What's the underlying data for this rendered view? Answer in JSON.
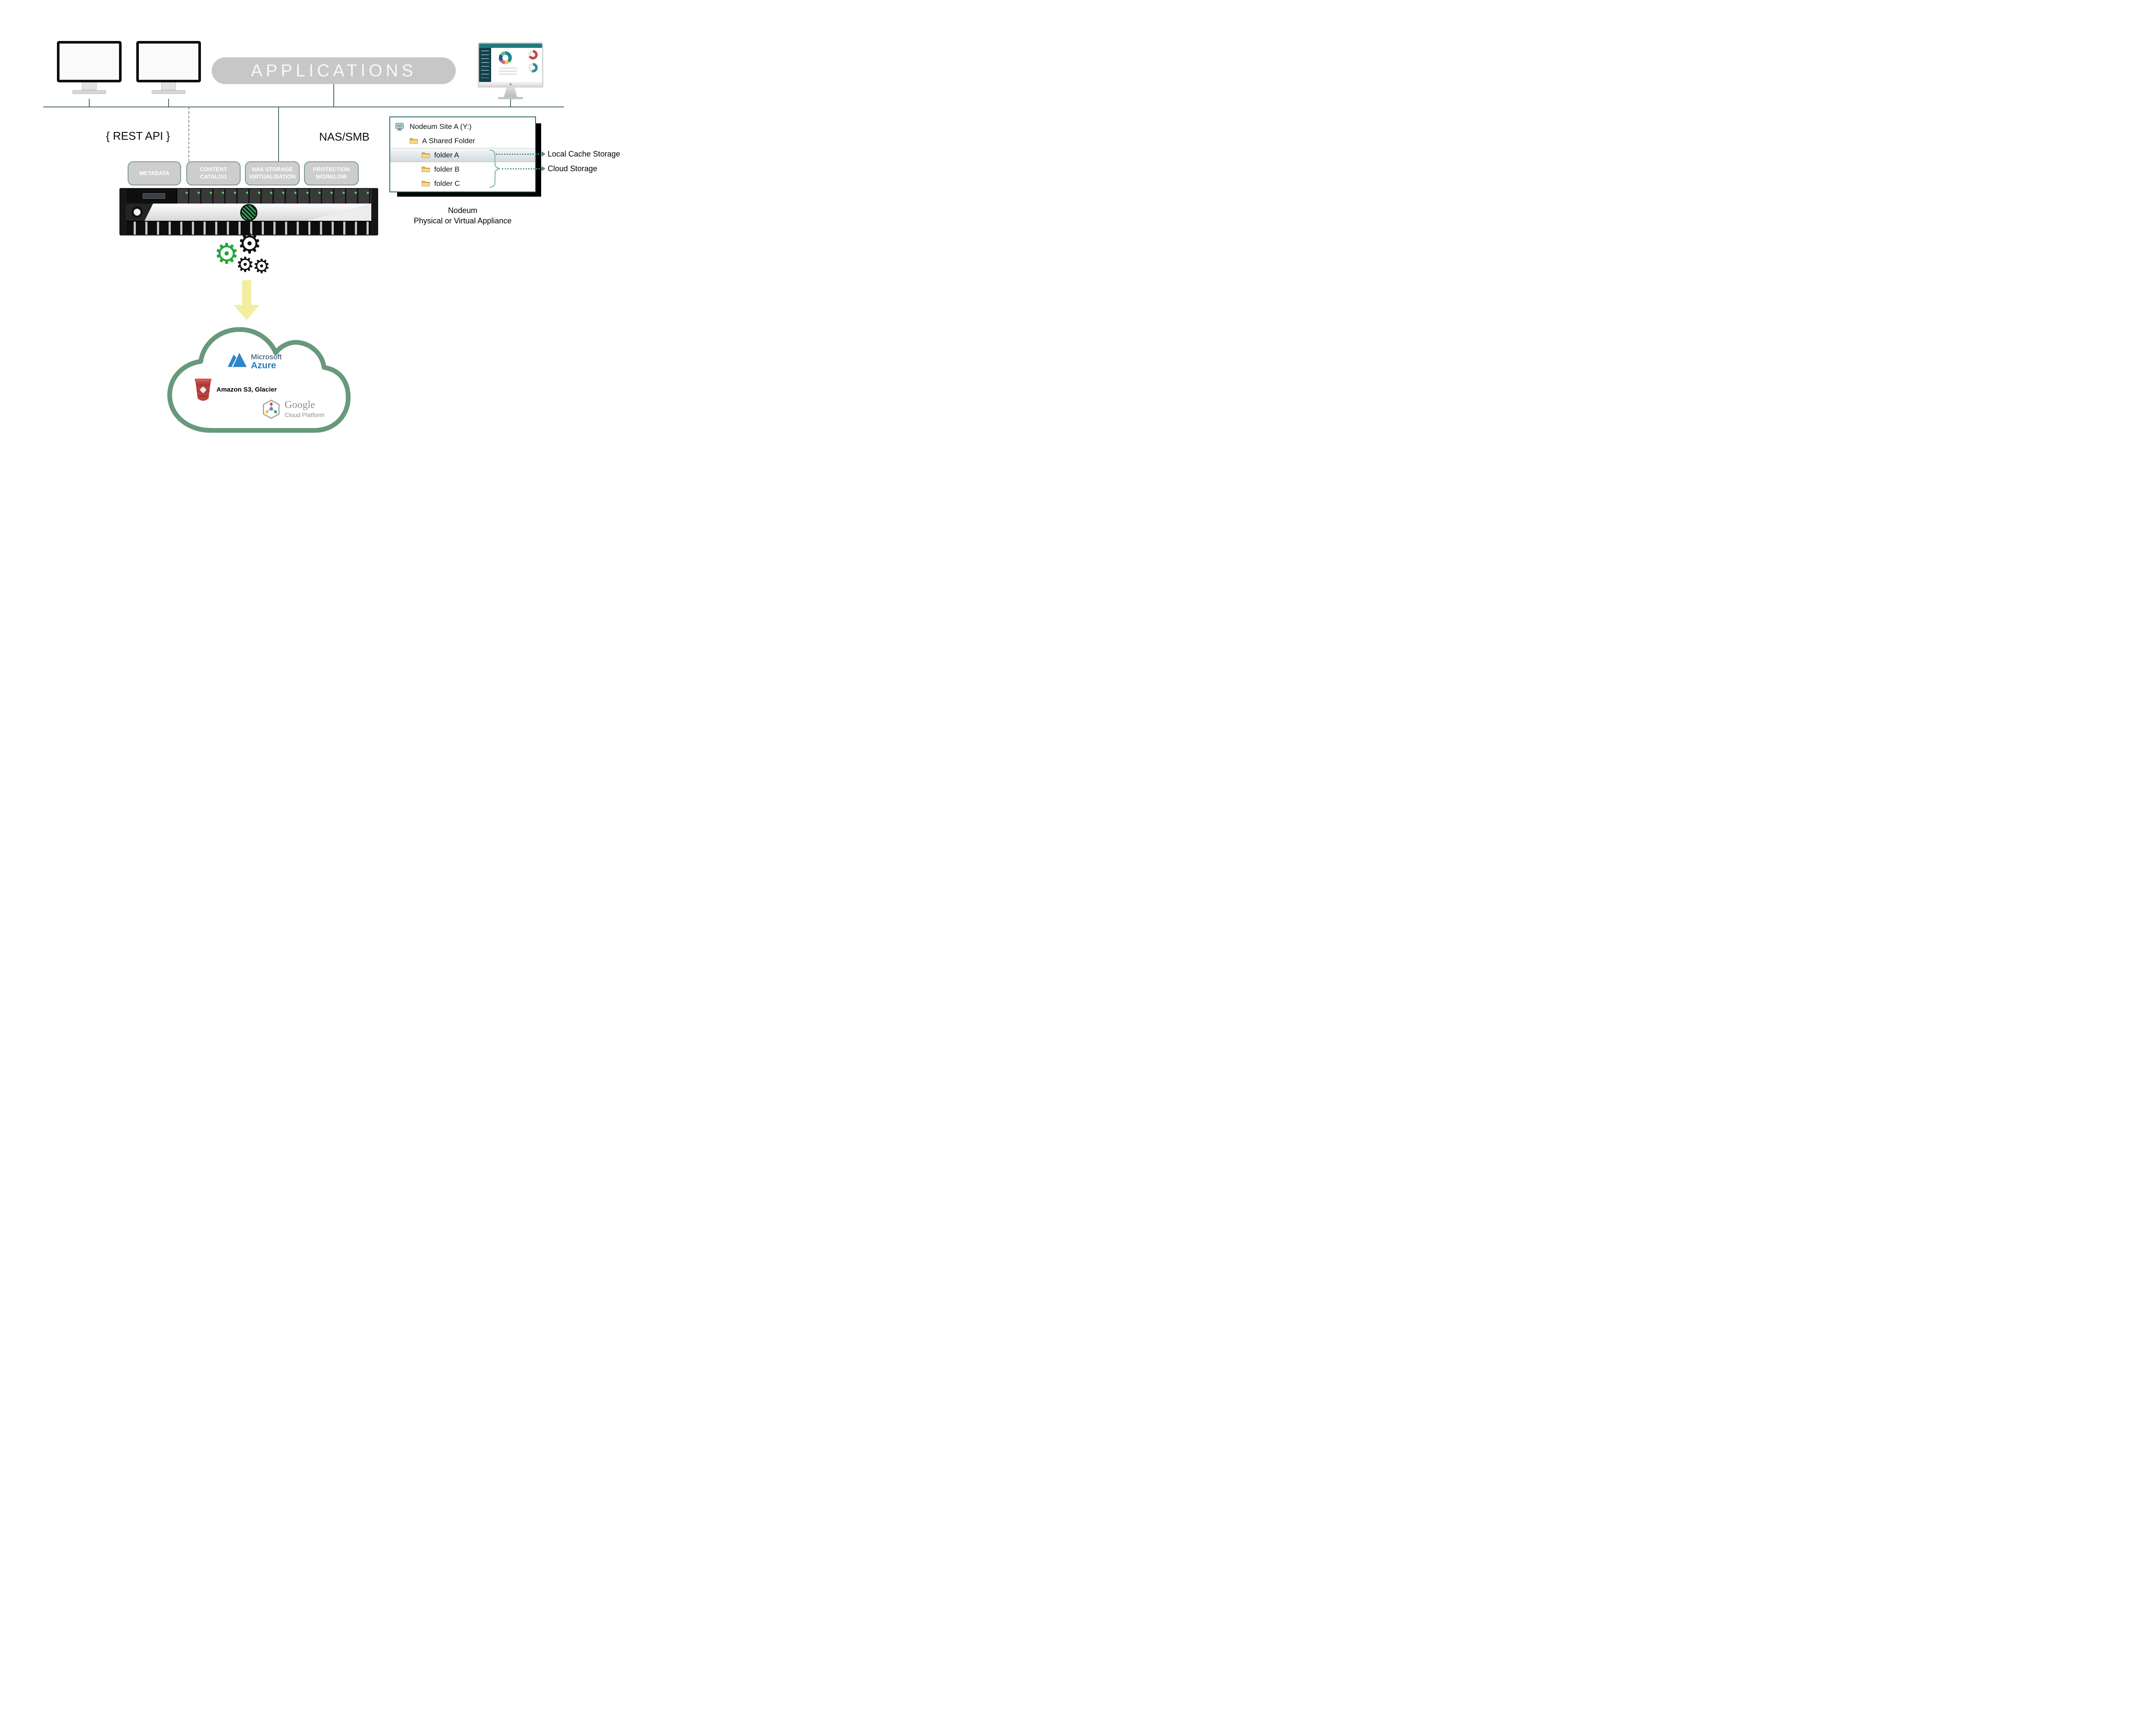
{
  "header": {
    "applications_label": "APPLICATIONS"
  },
  "labels": {
    "rest_api": "{ REST API }",
    "nas_smb": "NAS/SMB",
    "local_cache_storage": "Local Cache Storage",
    "cloud_storage": "Cloud Storage"
  },
  "modules": [
    {
      "label": "METADATA"
    },
    {
      "label": "CONTENT CATALOG"
    },
    {
      "label": "NAS STORAGE VIRTUALISATION"
    },
    {
      "label": "PROTECTION WORKLOW"
    }
  ],
  "explorer": {
    "items": [
      {
        "label": "Nodeum Site A (Y:)",
        "icon": "network-drive",
        "selected": false
      },
      {
        "label": "A Shared Folder",
        "icon": "folder",
        "selected": false
      },
      {
        "label": "folder A",
        "icon": "folder",
        "selected": true
      },
      {
        "label": "folder B",
        "icon": "folder",
        "selected": false
      },
      {
        "label": "folder C",
        "icon": "folder",
        "selected": false
      }
    ]
  },
  "appliance": {
    "line1": "Nodeum",
    "line2": "Physical or Virtual Appliance"
  },
  "cloud": {
    "microsoft": {
      "brand": "Microsoft",
      "product": "Azure"
    },
    "amazon": {
      "label": "Amazon S3, Glacier"
    },
    "google": {
      "brand": "Google",
      "product": "Cloud Platform"
    }
  },
  "icons": {
    "gear": "⚙"
  },
  "colors": {
    "line_teal": "#4a6c6a",
    "module_fill": "#cdcdcd",
    "module_border": "#7a9a93",
    "annotation_green": "#4f9383",
    "cloud_outline": "#67997b",
    "arrow_yellow": "#f3eda0",
    "folder_yellow": "#f7d981",
    "azure_blue": "#2b7bbb",
    "amazon_red": "#b8433f",
    "google_gray": "#8d8d8d",
    "gear_green": "#24a53b",
    "gear_black": "#111111"
  }
}
